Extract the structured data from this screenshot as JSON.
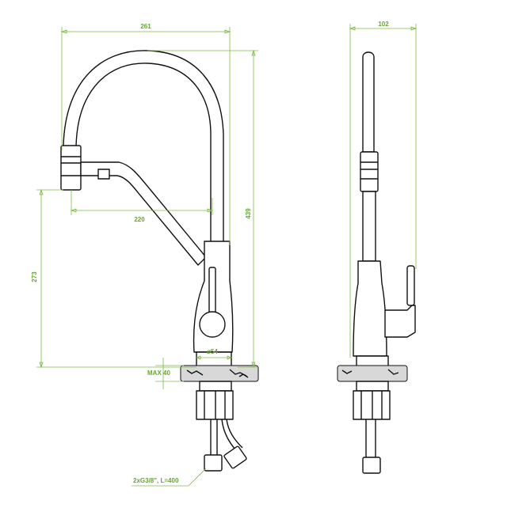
{
  "dimensions": {
    "width_total": "261",
    "side_width": "102",
    "height_total": "439",
    "spout_reach": "220",
    "outlet_height": "273",
    "base_diameter": "ø54",
    "max_counter": "MAX 40",
    "hose_spec": "2xG3/8\", L=400"
  },
  "colors": {
    "dimension": "#7dbb45",
    "dimension_text": "#64a82d",
    "outline": "#111111"
  }
}
